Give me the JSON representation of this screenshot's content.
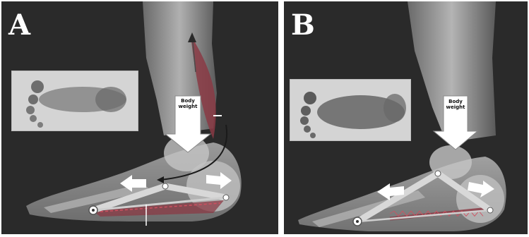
{
  "figure": {
    "panels": [
      {
        "letter": "A",
        "arrow_label": "Body\nweight"
      },
      {
        "letter": "B",
        "arrow_label": "Body\nweight"
      }
    ]
  },
  "colors": {
    "background": "#2a2a2a",
    "bone": "#c8c8c8",
    "muscle": "#8a3a44",
    "truss": "#d8d8d8",
    "arrow": "#ffffff"
  }
}
